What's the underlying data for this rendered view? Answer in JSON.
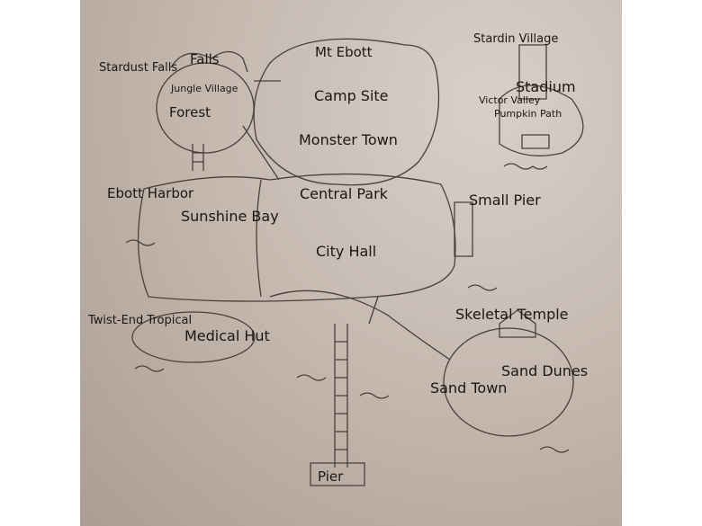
{
  "map": {
    "labels": {
      "stardust_falls": "Stardust Falls",
      "falls": "Falls",
      "jungle_village": "Jungle Village",
      "forest": "Forest",
      "mt_ebott": "Mt Ebott",
      "camp_site": "Camp Site",
      "monster_town": "Monster Town",
      "stardin_village": "Stardin Village",
      "stadium": "Stadium",
      "victor_valley": "Victor Valley",
      "pumpkin_path": "Pumpkin Path",
      "ebott_harbor": "Ebott Harbor",
      "sunshine_bay": "Sunshine Bay",
      "central_park": "Central Park",
      "small_pier": "Small Pier",
      "city_hall": "City Hall",
      "twist_end_tropical": "Twist-End Tropical",
      "medical_hut": "Medical Hut",
      "skeletal_temple": "Skeletal Temple",
      "sand_dunes": "Sand Dunes",
      "sand_town": "Sand Town",
      "pier": "Pier"
    },
    "colors": {
      "paper": "#c6bab1",
      "ink": "#3a322d",
      "text": "#1b1714"
    }
  }
}
